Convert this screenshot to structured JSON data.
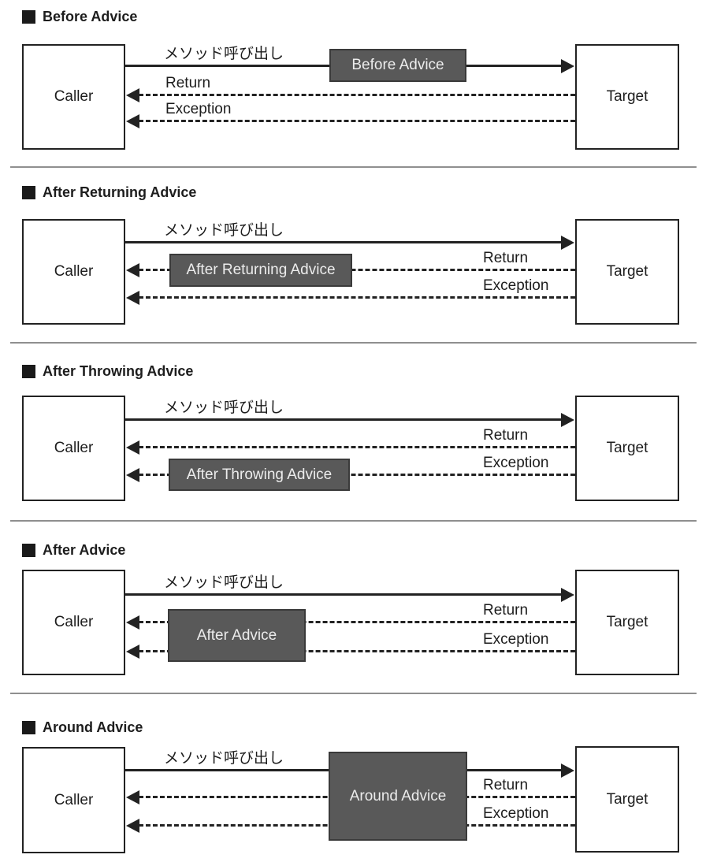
{
  "colors": {
    "line": "#222222",
    "advice_bg": "#595959",
    "advice_border": "#3a3a3a",
    "advice_text": "#ececec",
    "divider": "#8f8f8f"
  },
  "sections": [
    {
      "title": "Before Advice",
      "advice": "Before Advice",
      "caller": "Caller",
      "target": "Target",
      "method_call": "メソッド呼び出し",
      "return": "Return",
      "exception": "Exception"
    },
    {
      "title": "After Returning Advice",
      "advice": "After Returning Advice",
      "caller": "Caller",
      "target": "Target",
      "method_call": "メソッド呼び出し",
      "return": "Return",
      "exception": "Exception"
    },
    {
      "title": "After Throwing Advice",
      "advice": "After Throwing Advice",
      "caller": "Caller",
      "target": "Target",
      "method_call": "メソッド呼び出し",
      "return": "Return",
      "exception": "Exception"
    },
    {
      "title": "After Advice",
      "advice": "After Advice",
      "caller": "Caller",
      "target": "Target",
      "method_call": "メソッド呼び出し",
      "return": "Return",
      "exception": "Exception"
    },
    {
      "title": "Around Advice",
      "advice": "Around Advice",
      "caller": "Caller",
      "target": "Target",
      "method_call": "メソッド呼び出し",
      "return": "Return",
      "exception": "Exception"
    }
  ]
}
